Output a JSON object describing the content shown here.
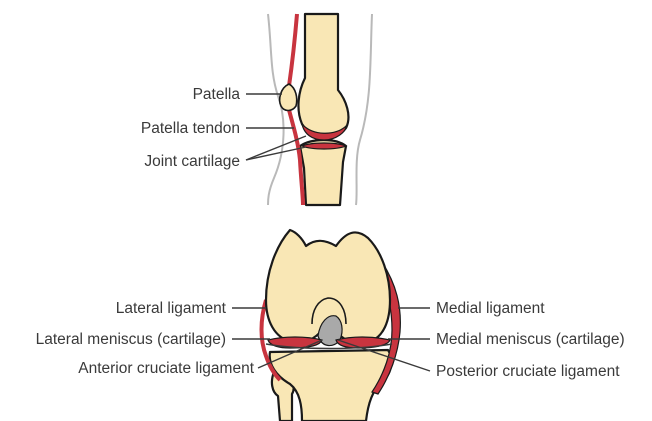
{
  "side_view": {
    "labels": {
      "patella": "Patella",
      "patella_tendon": "Patella tendon",
      "joint_cartilage": "Joint cartilage"
    }
  },
  "front_view": {
    "labels": {
      "lateral_ligament": "Lateral ligament",
      "lateral_meniscus": "Lateral meniscus (cartilage)",
      "anterior_cruciate": "Anterior cruciate ligament",
      "medial_ligament": "Medial ligament",
      "medial_meniscus": "Medial meniscus (cartilage)",
      "posterior_cruciate": "Posterior cruciate ligament"
    }
  },
  "colors": {
    "bone": "#f9e7b5",
    "ligament": "#c8343f",
    "outline": "#1a1a1a",
    "skin": "#b9b9b9",
    "cruciate_grey": "#a9a9a9",
    "label_text": "#3a3a3a"
  }
}
